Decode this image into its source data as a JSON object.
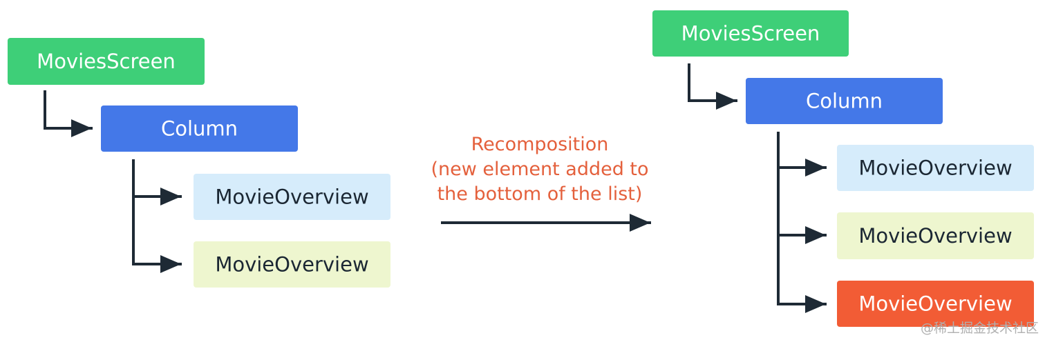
{
  "colors": {
    "green": "#3ecf78",
    "blue": "#4478e8",
    "light_blue": "#d6ecfb",
    "light_green": "#eef6cf",
    "orange": "#f25c35",
    "line": "#1e2a35",
    "caption": "#e4603c",
    "white_text": "#ffffff",
    "dark_text": "#1b2733",
    "watermark": "#b0b0b0"
  },
  "before_tree": {
    "root": {
      "label": "MoviesScreen"
    },
    "column": {
      "label": "Column"
    },
    "children": [
      {
        "label": "MovieOverview",
        "style": "light-blue"
      },
      {
        "label": "MovieOverview",
        "style": "light-green"
      }
    ]
  },
  "transition": {
    "lines": [
      "Recomposition",
      "(new element added to",
      "the bottom of the list)"
    ]
  },
  "after_tree": {
    "root": {
      "label": "MoviesScreen"
    },
    "column": {
      "label": "Column"
    },
    "children": [
      {
        "label": "MovieOverview",
        "style": "light-blue"
      },
      {
        "label": "MovieOverview",
        "style": "light-green"
      },
      {
        "label": "MovieOverview",
        "style": "orange",
        "state": "new"
      }
    ]
  },
  "watermark": {
    "text": "@稀土掘金技术社区"
  }
}
